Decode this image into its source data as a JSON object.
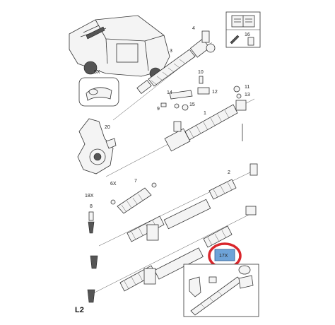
{
  "diagram": {
    "page_code": "L2",
    "callouts": {
      "c1": "1",
      "c2": "2",
      "c3": "3",
      "c4": "4",
      "c5x": "5X",
      "c6x": "6X",
      "c7": "7",
      "c8": "8",
      "c9": "9",
      "c10": "10",
      "c11": "11",
      "c12": "12",
      "c13": "13",
      "c14": "14",
      "c15": "15",
      "c16": "16",
      "c17x": "17X",
      "c18x": "18X",
      "c20": "20"
    },
    "highlight_color": "#d9262c",
    "highlight_fill": "#6ea3d8"
  }
}
